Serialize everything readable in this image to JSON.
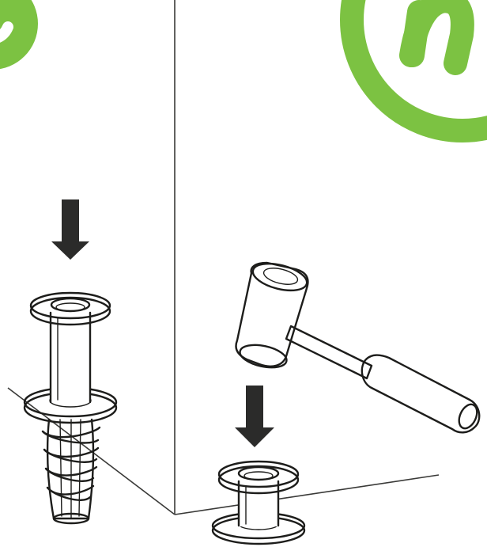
{
  "colors": {
    "accent_green": "#7cc242",
    "ink": "#1d1d1b",
    "arrow": "#2b2b2a",
    "hammer_head": "#cfcfcf",
    "hammer_face": "#f3f3f3",
    "paper": "#ffffff"
  },
  "icons": {
    "top_left_badge": "green-circle-badge",
    "top_right_badge": "green-ring-logo",
    "down_arrow_left": "down-arrow",
    "down_arrow_right": "down-arrow",
    "tool": "mallet",
    "fastener_left": "screw-in-anchor-with-flanged-sleeve",
    "fastener_right": "flanged-sleeve"
  }
}
